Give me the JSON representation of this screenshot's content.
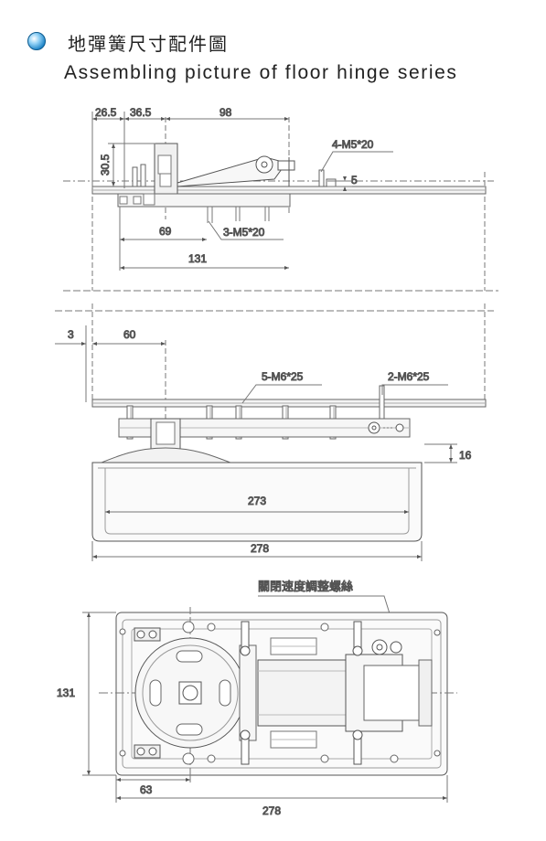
{
  "header": {
    "title_zh": "地彈簧尺寸配件圖",
    "title_en": "Assembling picture of floor hinge series"
  },
  "top_view": {
    "dims": {
      "d26_5": "26.5",
      "d36_5": "36.5",
      "d98": "98",
      "d30_5": "30.5",
      "d69": "69",
      "d131": "131",
      "d5": "5"
    },
    "screws": {
      "m5x20_4": "4-M5*20",
      "m5x20_3": "3-M5*20"
    }
  },
  "side_view": {
    "dims": {
      "d3": "3",
      "d60": "60",
      "d16": "16",
      "d273": "273",
      "d278": "278"
    },
    "screws": {
      "m6x25_5": "5-M6*25",
      "m6x25_2": "2-M6*25"
    }
  },
  "plan_view": {
    "label_adjust_screw": "關閉速度調整螺絲",
    "dims": {
      "d131": "131",
      "d63": "63",
      "d278": "278"
    }
  }
}
